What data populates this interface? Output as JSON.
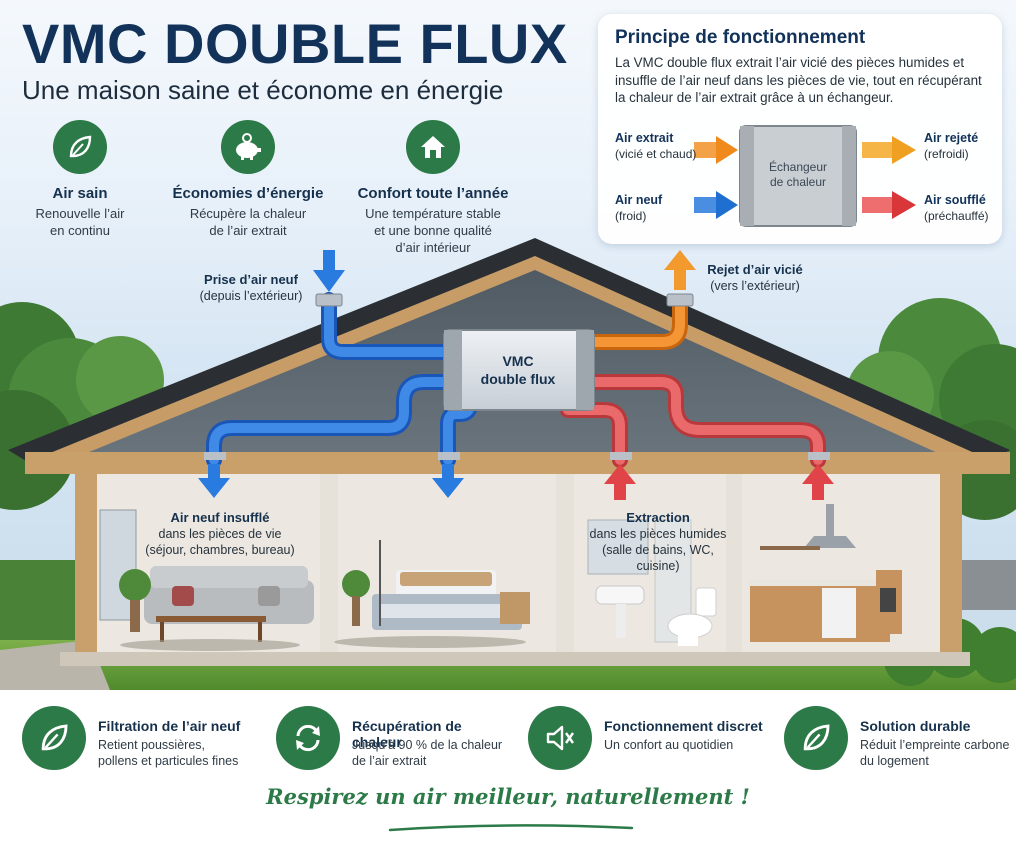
{
  "header": {
    "title": "VMC DOUBLE FLUX",
    "subtitle": "Une maison saine et économe en énergie"
  },
  "benefits": [
    {
      "icon": "leaf-icon",
      "title": "Air sain",
      "desc_line1": "Renouvelle l’air",
      "desc_line2": "en continu"
    },
    {
      "icon": "piggy-bank-icon",
      "title": "Économies d’énergie",
      "desc_line1": "Récupère la chaleur",
      "desc_line2": "de l’air extrait"
    },
    {
      "icon": "house-icon",
      "title": "Confort toute l’année",
      "desc_line1": "Une température stable",
      "desc_line2": "et une bonne qualité",
      "desc_line3": "d’air intérieur"
    }
  ],
  "principle": {
    "title": "Principe de fonctionnement",
    "text": "La VMC double flux extrait l’air vicié des pièces humides et insuffle de l’air neuf dans les pièces de vie, tout en récupérant la chaleur de l’air extrait grâce à un échangeur.",
    "exchanger_line1": "Échangeur",
    "exchanger_line2": "de chaleur",
    "flows": {
      "extract": {
        "title": "Air extrait",
        "note": "(vicié et chaud)",
        "color": "#f08a1c"
      },
      "rejected": {
        "title": "Air rejeté",
        "note": "(refroidi)",
        "color": "#f0a020"
      },
      "fresh": {
        "title": "Air neuf",
        "note": "(froid)",
        "color": "#1f6fd0"
      },
      "supplied": {
        "title": "Air soufflé",
        "note": "(préchauffé)",
        "color": "#d9363a"
      }
    }
  },
  "house": {
    "intake": {
      "title": "Prise d’air neuf",
      "note": "(depuis l’extérieur)"
    },
    "exhaust": {
      "title": "Rejet d’air vicié",
      "note": "(vers l’extérieur)"
    },
    "unit_line1": "VMC",
    "unit_line2": "double flux",
    "supply": {
      "title": "Air neuf insufflé",
      "line1": "dans les pièces de vie",
      "line2": "(séjour, chambres, bureau)"
    },
    "extraction": {
      "title": "Extraction",
      "line1": "dans les pièces humides",
      "line2": "(salle de bains, WC, cuisine)"
    }
  },
  "features": [
    {
      "icon": "leaf-icon",
      "title": "Filtration de l’air neuf",
      "line1": "Retient poussières,",
      "line2": "pollens et particules fines"
    },
    {
      "icon": "recycle-arrows-icon",
      "title": "Récupération de chaleur",
      "line1": "Jusqu’à 90 % de la chaleur",
      "line2": "de l’air extrait"
    },
    {
      "icon": "muted-speaker-icon",
      "title": "Fonctionnement discret",
      "line1": "Un confort au quotidien",
      "line2": ""
    },
    {
      "icon": "leaf-icon",
      "title": "Solution durable",
      "line1": "Réduit l’empreinte carbone",
      "line2": "du logement"
    }
  ],
  "tagline": "Respirez un air meilleur, naturellement !",
  "colors": {
    "brand_green": "#2c7a48",
    "navy": "#12325a",
    "fresh_blue": "#1f6fd0",
    "stale_orange": "#f08a1c",
    "warm_red": "#d9363a"
  }
}
